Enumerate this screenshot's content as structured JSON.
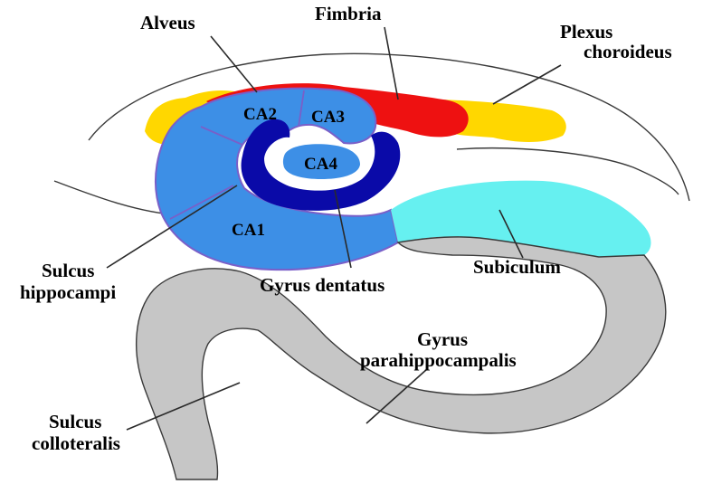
{
  "labels": {
    "alveus": "Alveus",
    "fimbria": "Fimbria",
    "plexus_line1": "Plexus",
    "plexus_line2": "choroideus",
    "ca1": "CA1",
    "ca2": "CA2",
    "ca3": "CA3",
    "ca4": "CA4",
    "sulcus_hippocampi_line1": "Sulcus",
    "sulcus_hippocampi_line2": "hippocampi",
    "gyrus_dentatus": "Gyrus dentatus",
    "subiculum": "Subiculum",
    "gyrus_parahippocampalis_line1": "Gyrus",
    "gyrus_parahippocampalis_line2": "parahippocampalis",
    "sulcus_colloteralis_line1": "Sulcus",
    "sulcus_colloteralis_line2": "colloteralis"
  },
  "colors": {
    "plexus_choroideus": "#ffd700",
    "fimbria": "#ee1111",
    "cornu_ammonis": "#3d8fe6",
    "cornu_ammonis_border": "#7a5fc8",
    "gyrus_dentatus": "#0a0aa8",
    "ca4": "#3d8fe6",
    "subiculum": "#66f0f0",
    "parahippocampal_gyrus": "#c6c6c6",
    "outline": "#3a3a3a"
  }
}
